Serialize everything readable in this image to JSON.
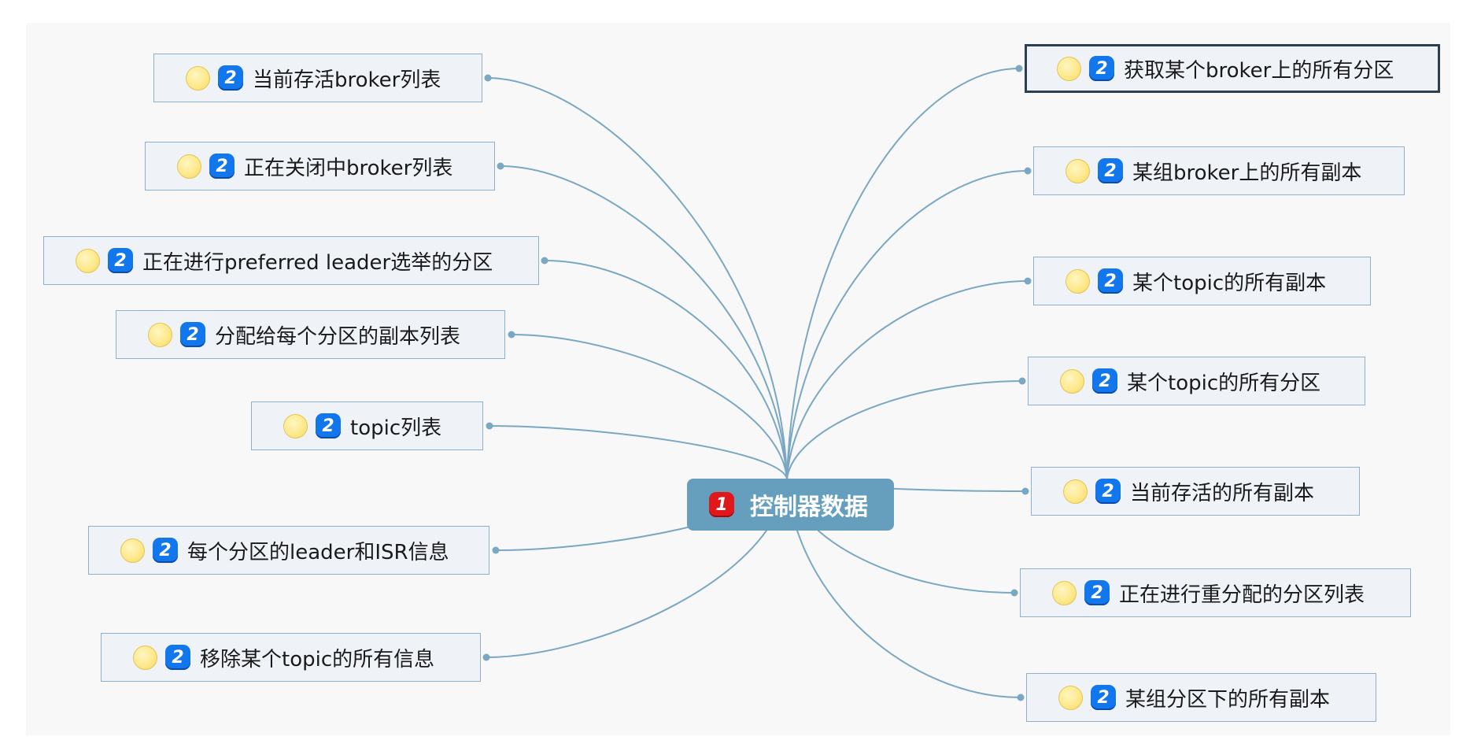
{
  "central": {
    "badge": "1",
    "label": "控制器数据"
  },
  "badge_colors": {
    "central": "#e0181b",
    "child": "#1277ec"
  },
  "link_color": "#7aa7c1",
  "left": [
    {
      "badge": "2",
      "label": "当前存活broker列表"
    },
    {
      "badge": "2",
      "label": "正在关闭中broker列表"
    },
    {
      "badge": "2",
      "label": "正在进行preferred leader选举的分区"
    },
    {
      "badge": "2",
      "label": "分配给每个分区的副本列表"
    },
    {
      "badge": "2",
      "label": "topic列表"
    },
    {
      "badge": "2",
      "label": "每个分区的leader和ISR信息"
    },
    {
      "badge": "2",
      "label": "移除某个topic的所有信息"
    }
  ],
  "right": [
    {
      "badge": "2",
      "label": "获取某个broker上的所有分区"
    },
    {
      "badge": "2",
      "label": "某组broker上的所有副本"
    },
    {
      "badge": "2",
      "label": "某个topic的所有副本"
    },
    {
      "badge": "2",
      "label": "某个topic的所有分区"
    },
    {
      "badge": "2",
      "label": "当前存活的所有副本"
    },
    {
      "badge": "2",
      "label": "正在进行重分配的分区列表"
    },
    {
      "badge": "2",
      "label": "某组分区下的所有副本"
    }
  ]
}
